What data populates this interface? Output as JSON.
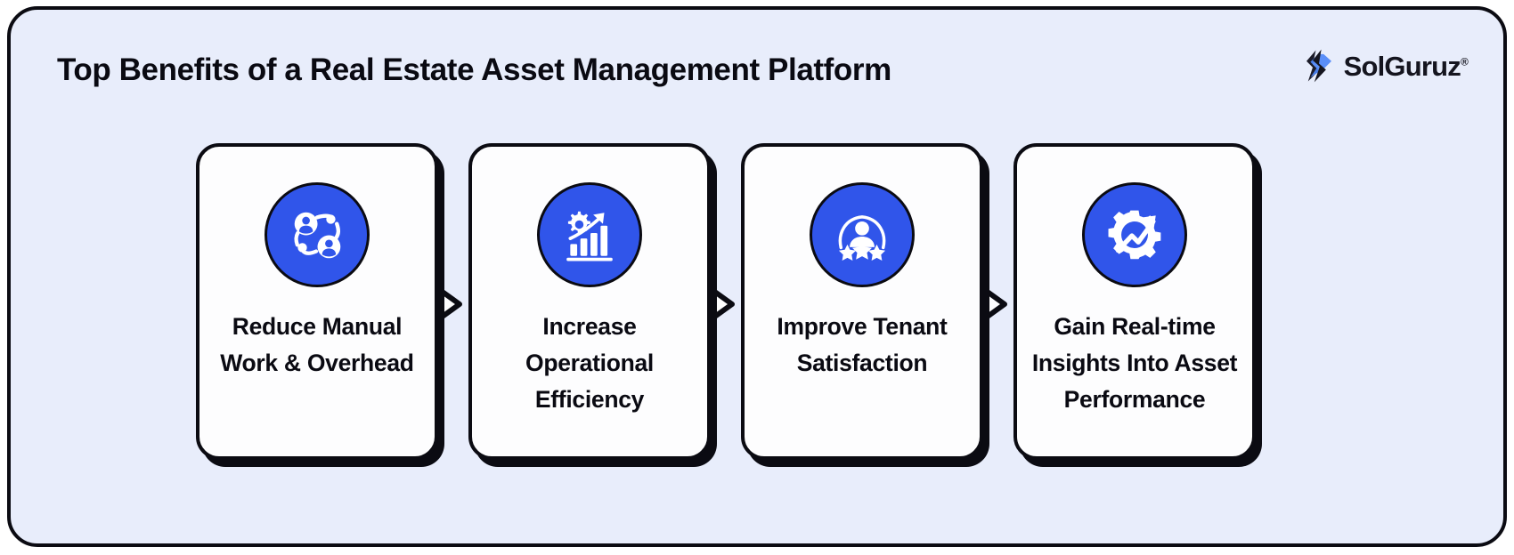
{
  "header": {
    "title": "Top Benefits of a Real Estate Asset Management Platform",
    "brand_name": "SolGuruz",
    "brand_reg": "®",
    "brand_logo_icon": "solguruz-chevron-logo-icon"
  },
  "theme": {
    "panel_background": "#e8edfb",
    "border_color": "#0b0b12",
    "card_background": "#fdfdfe",
    "accent_blue": "#3055ea",
    "text_color": "#0a0a12"
  },
  "cards": [
    {
      "index": 1,
      "icon": "people-network-icon",
      "label": "Reduce Manual Work & Overhead",
      "lines": [
        "Reduce",
        "Manual Work",
        "& Overhead"
      ]
    },
    {
      "index": 2,
      "icon": "growth-chart-gear-icon",
      "label": "Increase Operational Efficiency",
      "lines": [
        "Increase",
        "Operational",
        "Efficiency"
      ]
    },
    {
      "index": 3,
      "icon": "person-rating-stars-icon",
      "label": "Improve Tenant Satisfaction",
      "lines": [
        "Improve",
        "Tenant",
        "Satisfaction"
      ]
    },
    {
      "index": 4,
      "icon": "gear-trending-arrow-icon",
      "label": "Gain Real-time Insights Into Asset Performance",
      "lines": [
        "Gain Real-",
        "time Insights",
        "Into Asset",
        "Performance"
      ]
    }
  ],
  "connectors": [
    {
      "index": 1,
      "icon": "chevron-right-arrow-icon"
    },
    {
      "index": 2,
      "icon": "chevron-right-arrow-icon"
    },
    {
      "index": 3,
      "icon": "chevron-right-arrow-icon"
    }
  ]
}
